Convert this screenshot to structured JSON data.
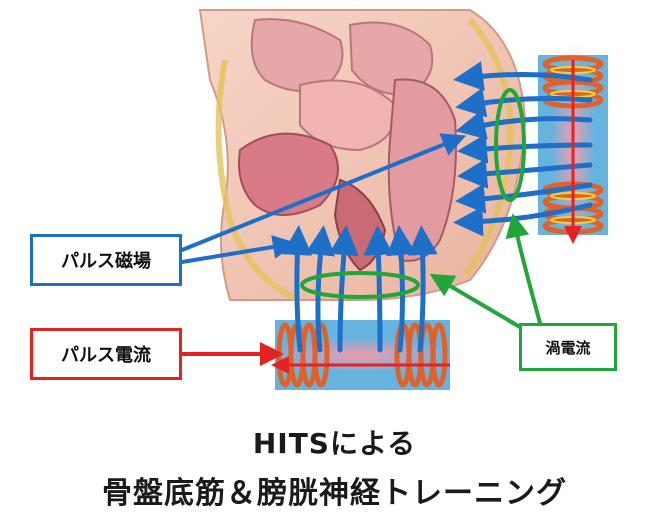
{
  "labels": {
    "magnetic_field": "パルス磁場",
    "pulse_current": "パルス電流",
    "eddy_current": "渦電流"
  },
  "caption": {
    "line1": "HITSによる",
    "line2": "骨盤底筋＆膀胱神経トレーニング"
  },
  "colors": {
    "magnetic": "#1e6fc8",
    "current": "#e52222",
    "eddy": "#22a63a",
    "coil_body": "#4aa6d8",
    "coil_ring": "#e0622a",
    "tissue_pink": "#e9a3ab",
    "tissue_flesh": "#f2c7b5"
  }
}
